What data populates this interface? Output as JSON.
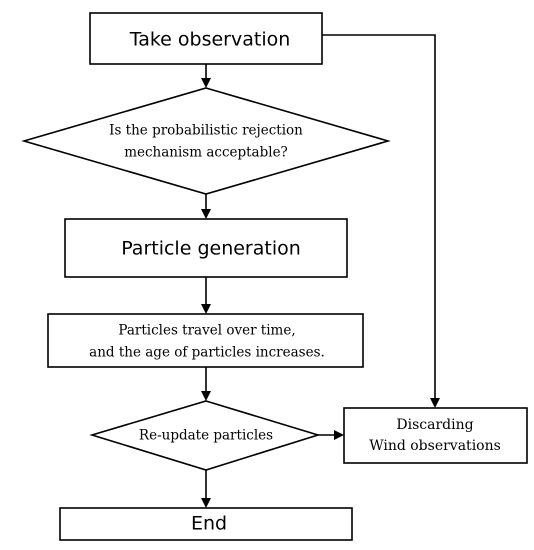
{
  "flowchart": {
    "nodes": {
      "take_observation": {
        "label": "Take observation"
      },
      "acceptable_decision": {
        "line1": "Is the probabilistic rejection",
        "line2": "mechanism acceptable?"
      },
      "particle_generation": {
        "label": "Particle generation"
      },
      "particles_travel": {
        "line1": "Particles travel over time,",
        "line2": "and the age of particles increases."
      },
      "reupdate_decision": {
        "label": "Re-update particles"
      },
      "discarding": {
        "line1": "Discarding",
        "line2": "Wind observations"
      },
      "end": {
        "label": "End"
      }
    },
    "colors": {
      "stroke": "#000000",
      "fill": "#ffffff",
      "text": "#000000"
    }
  }
}
